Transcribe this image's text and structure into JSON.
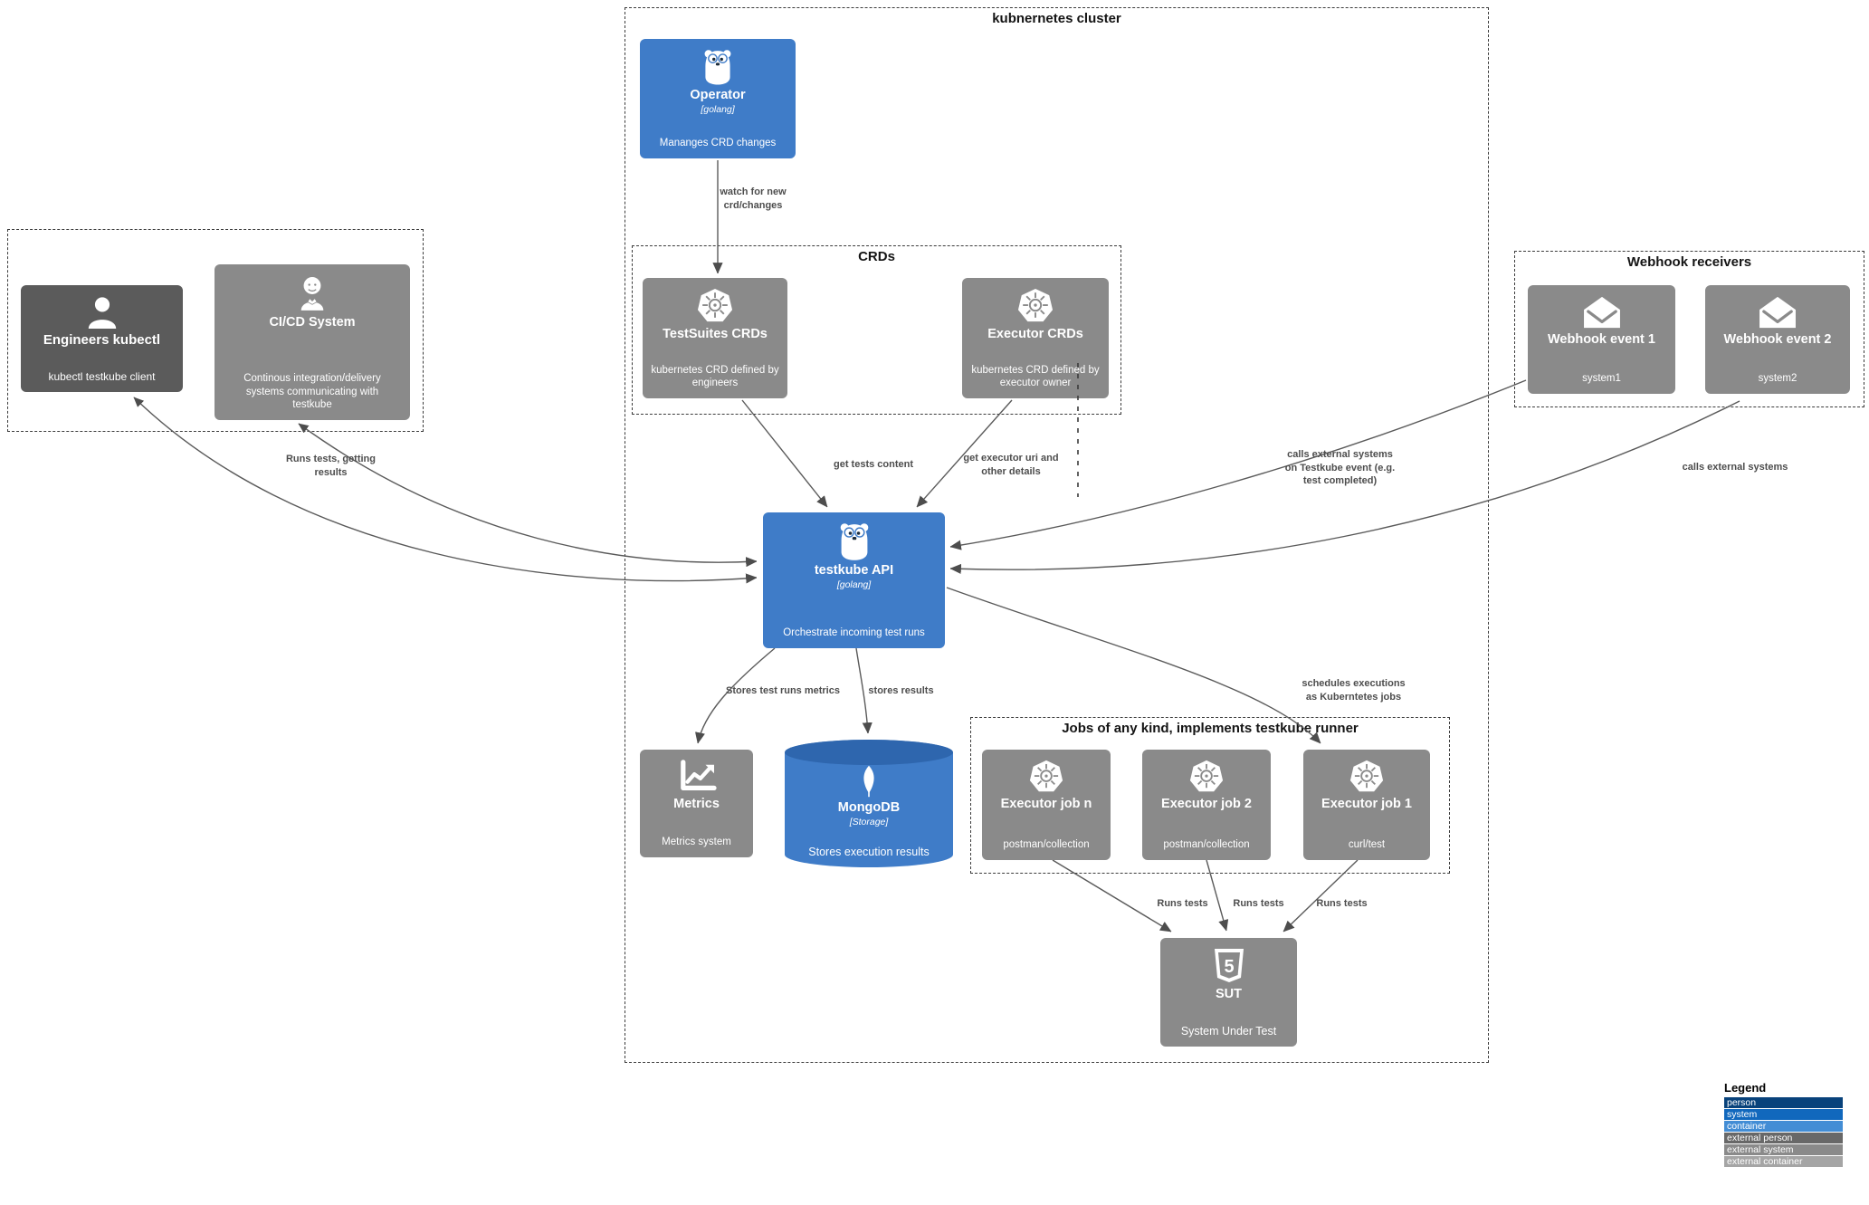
{
  "groups": {
    "cluster": {
      "title": "kubnernetes cluster"
    },
    "crds": {
      "title": "CRDs"
    },
    "webhooks": {
      "title": "Webhook receivers"
    },
    "jobs": {
      "title": "Jobs of any kind, implements testkube runner"
    }
  },
  "nodes": {
    "operator": {
      "title": "Operator",
      "tech": "[golang]",
      "desc": "Mananges CRD changes"
    },
    "testsuites": {
      "title": "TestSuites CRDs",
      "desc": "kubernetes CRD defined by engineers"
    },
    "executor_crds": {
      "title": "Executor CRDs",
      "desc": "kubernetes CRD defined by executor owner"
    },
    "engineers": {
      "title": "Engineers kubectl",
      "desc": "kubectl testkube client"
    },
    "cicd": {
      "title": "CI/CD System",
      "desc": "Continous integration/delivery systems communicating with testkube"
    },
    "webhook1": {
      "title": "Webhook event 1",
      "desc": "system1"
    },
    "webhook2": {
      "title": "Webhook event 2",
      "desc": "system2"
    },
    "api": {
      "title": "testkube API",
      "tech": "[golang]",
      "desc": "Orchestrate incoming test runs"
    },
    "metrics": {
      "title": "Metrics",
      "desc": "Metrics system"
    },
    "mongodb": {
      "title": "MongoDB",
      "tech": "[Storage]",
      "desc": "Stores execution results"
    },
    "job_n": {
      "title": "Executor job n",
      "desc": "postman/collection"
    },
    "job_2": {
      "title": "Executor job 2",
      "desc": "postman/collection"
    },
    "job_1": {
      "title": "Executor job 1",
      "desc": "curl/test"
    },
    "sut": {
      "title": "SUT",
      "desc": "System Under Test"
    }
  },
  "edge_labels": {
    "watch_new": "watch for new\ncrd/changes",
    "get_tests": "get tests content",
    "get_executor": "get executor uri and\nother details",
    "runs_getting": "Runs tests, getting\nresults",
    "calls_event": "calls external systems\non Testkube event (e.g.\ntest completed)",
    "calls_external": "calls external systems",
    "stores_metrics": "Stores test runs metrics",
    "stores_results": "stores results",
    "schedules": "schedules executions\nas Kuberntetes jobs",
    "runs_tests": "Runs tests"
  },
  "legend": {
    "title": "Legend",
    "items": [
      {
        "label": "person",
        "color": "#08427B"
      },
      {
        "label": "system",
        "color": "#1168BD"
      },
      {
        "label": "container",
        "color": "#438DD5"
      },
      {
        "label": "external person",
        "color": "#686868"
      },
      {
        "label": "external system",
        "color": "#8A8A8A"
      },
      {
        "label": "external container",
        "color": "#A5A5A5"
      }
    ]
  },
  "colors": {
    "container_blue": "#3F7CC8",
    "cylinder_top": "#2E66AE",
    "external_system_grey": "#8A8A8A",
    "external_person_grey": "#5B5B5B",
    "edge_line": "#5A5A5A",
    "edge_label_text": "#4D4D4D"
  },
  "icons": {
    "html5_digit": "5"
  }
}
